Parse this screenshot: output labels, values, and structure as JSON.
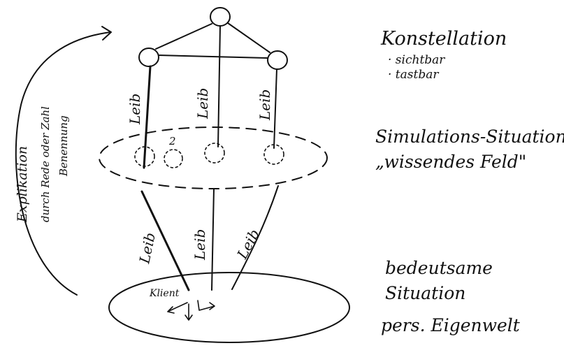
{
  "labels": {
    "konstellation": "Konstellation",
    "sichtbar": "· sichtbar",
    "tastbar": "· tastbar",
    "simulation_1": "Simulations-Situation",
    "simulation_2": "„wissendes Feld\"",
    "bedeutsame_1": "bedeutsame",
    "bedeutsame_2": "Situation",
    "bedeutsame_3": "pers. Eigenwelt",
    "explikation_1": "Explikation",
    "explikation_2": "durch Rede oder Zahl",
    "explikation_3": "Benennung",
    "leib": "Leib",
    "klient": "Klient",
    "zwei": "2"
  }
}
